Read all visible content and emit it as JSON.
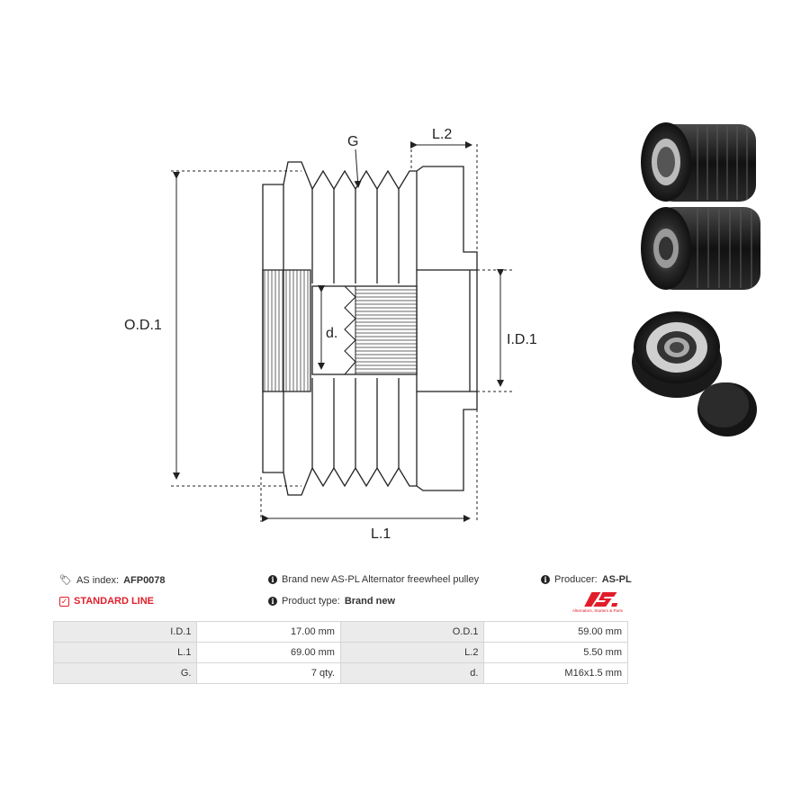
{
  "drawing": {
    "labels": {
      "g": "G",
      "l2": "L.2",
      "od1": "O.D.1",
      "id1": "I.D.1",
      "d": "d.",
      "l1": "L.1"
    }
  },
  "info": {
    "as_index_label": "AS index:",
    "as_index_value": "AFP0078",
    "description": "Brand new AS-PL Alternator freewheel pulley",
    "producer_label": "Producer:",
    "producer_value": "AS-PL",
    "line": "STANDARD LINE",
    "product_type_label": "Product type:",
    "product_type_value": "Brand new"
  },
  "logo": {
    "mark": "AS",
    "tagline": "Alternators, Starters & Parts"
  },
  "specs": [
    {
      "label1": "I.D.1",
      "value1": "17.00 mm",
      "label2": "O.D.1",
      "value2": "59.00 mm"
    },
    {
      "label1": "L.1",
      "value1": "69.00 mm",
      "label2": "L.2",
      "value2": "5.50 mm"
    },
    {
      "label1": "G.",
      "value1": "7 qty.",
      "label2": "d.",
      "value2": "M16x1.5 mm"
    }
  ],
  "colors": {
    "accent": "#e11d2a",
    "label_cell": "#ebebeb",
    "border": "#d6d6d6"
  }
}
